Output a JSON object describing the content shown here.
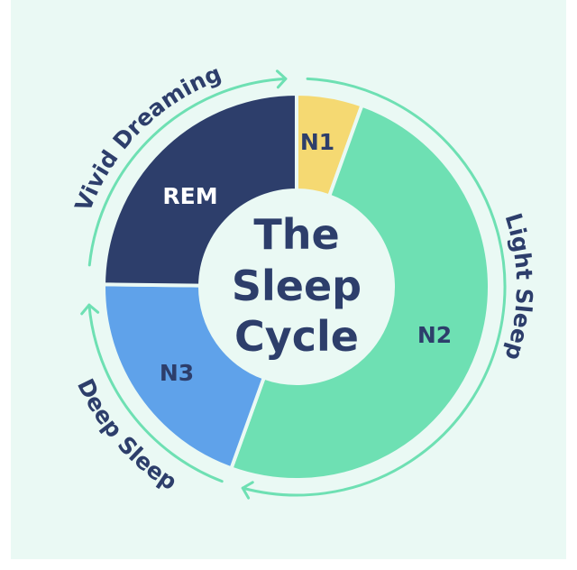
{
  "chart_data": {
    "type": "pie",
    "title": "The Sleep Cycle",
    "title_lines": [
      "The",
      "Sleep",
      "Cycle"
    ],
    "segments": [
      {
        "label": "N1",
        "percent": 5.5,
        "color": "#f5d972",
        "text_color": "#2d3e6b"
      },
      {
        "label": "N2",
        "percent": 50.0,
        "color": "#6ee0b3",
        "text_color": "#2d3e6b"
      },
      {
        "label": "N3",
        "percent": 19.7,
        "color": "#5fa2ea",
        "text_color": "#2d3e6b"
      },
      {
        "label": "REM",
        "percent": 24.8,
        "color": "#2d3e6b",
        "text_color": "#ffffff"
      }
    ],
    "phases": [
      {
        "label": "Light Sleep"
      },
      {
        "label": "Deep Sleep"
      },
      {
        "label": "Vivid Dreaming"
      }
    ]
  },
  "colors": {
    "background": "#eaf9f4",
    "arrow": "#6ee0b3",
    "text": "#2d3e6b"
  }
}
